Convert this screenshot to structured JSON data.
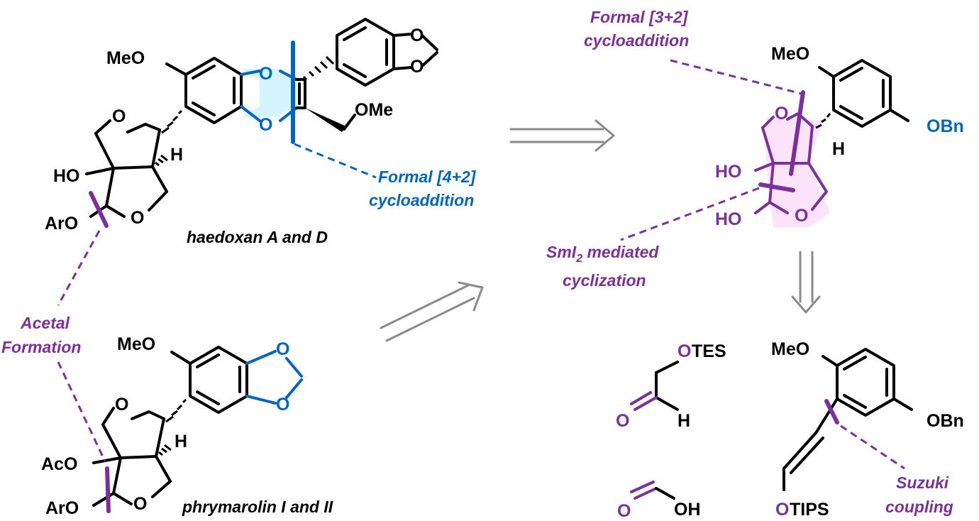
{
  "colors": {
    "bond": "#000000",
    "blue": "#0066c0",
    "purple": "#7d2f9a",
    "arrow": "#8a8a8a",
    "blue_fill": "#d6f4fb",
    "pink_fill": "#fbe4fb"
  },
  "haedoxan": {
    "name": "haedoxan A and D",
    "atoms": {
      "meo": "MeO",
      "o_top": "O",
      "o_bottom": "O",
      "o_benzo1": "O",
      "o_benzo2": "O",
      "ome": "OMe",
      "o_furan_top": "O",
      "h": "H",
      "ho": "HO",
      "aro": "ArO",
      "o_furan_bottom": "O"
    }
  },
  "phrymarolin": {
    "name": "phrymarolin I and II",
    "atoms": {
      "meo": "MeO",
      "o1": "O",
      "o2": "O",
      "o_furan_top": "O",
      "h": "H",
      "aco": "AcO",
      "aro": "ArO",
      "o_furan_bottom": "O"
    }
  },
  "intermediate": {
    "atoms": {
      "meo": "MeO",
      "obn": "OBn",
      "o_furan": "O",
      "h": "H",
      "ho1": "HO",
      "ho2": "HO",
      "o_acetal": "O"
    }
  },
  "fragments": {
    "aldehyde": {
      "o_si": "O",
      "tes": "TES",
      "o_carbonyl": "O",
      "h": "H"
    },
    "formic_acid": {
      "o": "O",
      "oh": "OH"
    },
    "aryl_alkene": {
      "meo": "MeO",
      "obn": "OBn",
      "o": "O",
      "tips": "TIPS"
    }
  },
  "annotations": {
    "formal_42_line1": "Formal [4+2]",
    "formal_42_line2": "cycloaddition",
    "formal_32_line1": "Formal [3+2]",
    "formal_32_line2": "cycloaddition",
    "acetal_line1": "Acetal",
    "acetal_line2": "Formation",
    "smi2_prefix": "SmI",
    "smi2_sub": "2",
    "smi2_suffix": " mediated",
    "smi2_line2": "cyclization",
    "suzuki_line1": "Suzuki",
    "suzuki_line2": "coupling"
  }
}
